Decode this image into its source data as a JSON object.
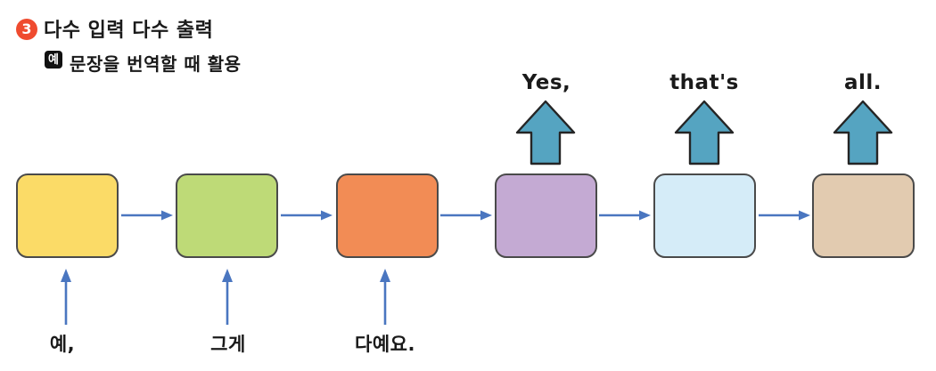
{
  "header": {
    "number": "3",
    "title": "다수 입력 다수 출력"
  },
  "example": {
    "badge": "예",
    "text": "문장을 번역할 때 활용"
  },
  "diagram": {
    "description": "many-to-many RNN sequence translation",
    "boxes": [
      {
        "id": "cell-1",
        "color": "#FBDB67"
      },
      {
        "id": "cell-2",
        "color": "#BEDA77"
      },
      {
        "id": "cell-3",
        "color": "#F28C55"
      },
      {
        "id": "cell-4",
        "color": "#C4AAD3"
      },
      {
        "id": "cell-5",
        "color": "#D5ECF8"
      },
      {
        "id": "cell-6",
        "color": "#E2CBB0"
      }
    ],
    "inputs": [
      {
        "label": "예,"
      },
      {
        "label": "그게"
      },
      {
        "label": "다예요."
      }
    ],
    "outputs": [
      {
        "label": "Yes,"
      },
      {
        "label": "that's"
      },
      {
        "label": "all."
      }
    ]
  },
  "colors": {
    "flow_arrow": "#4A76C0",
    "block_arrow_fill": "#55A4C1",
    "block_arrow_stroke": "#252525",
    "box_border": "#4A4A4A",
    "number_badge_bg": "#EF4B2F",
    "example_badge_bg": "#111111",
    "text_color": "#1A1A1A"
  }
}
